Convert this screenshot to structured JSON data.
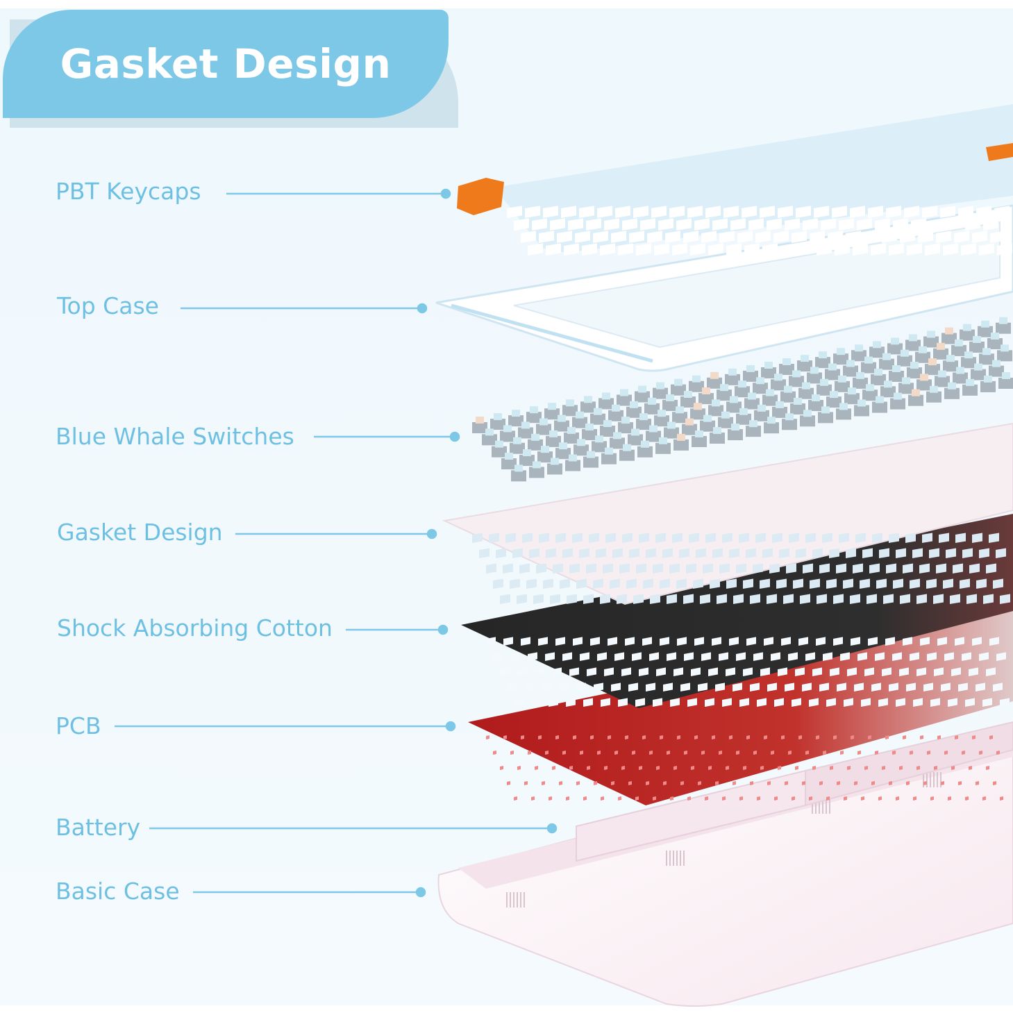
{
  "banner": {
    "title": "Gasket Design"
  },
  "colors": {
    "accent": "#7ec8e7",
    "label_text": "#6ec0e3",
    "leader_line": "#7ec8e7",
    "pcb": "#b3201f",
    "cotton": "#2a2a2a",
    "keycap_orange": "#ee7a1c",
    "keycap_blue": "#cfe6f4"
  },
  "labels": [
    {
      "id": "pbt-keycaps",
      "text": "PBT Keycaps"
    },
    {
      "id": "top-case",
      "text": "Top Case"
    },
    {
      "id": "blue-whale-switches",
      "text": "Blue Whale Switches"
    },
    {
      "id": "gasket-design",
      "text": "Gasket Design"
    },
    {
      "id": "shock-absorbing-cotton",
      "text": "Shock Absorbing Cotton"
    },
    {
      "id": "pcb",
      "text": "PCB"
    },
    {
      "id": "battery",
      "text": "Battery"
    },
    {
      "id": "basic-case",
      "text": "Basic Case"
    }
  ]
}
